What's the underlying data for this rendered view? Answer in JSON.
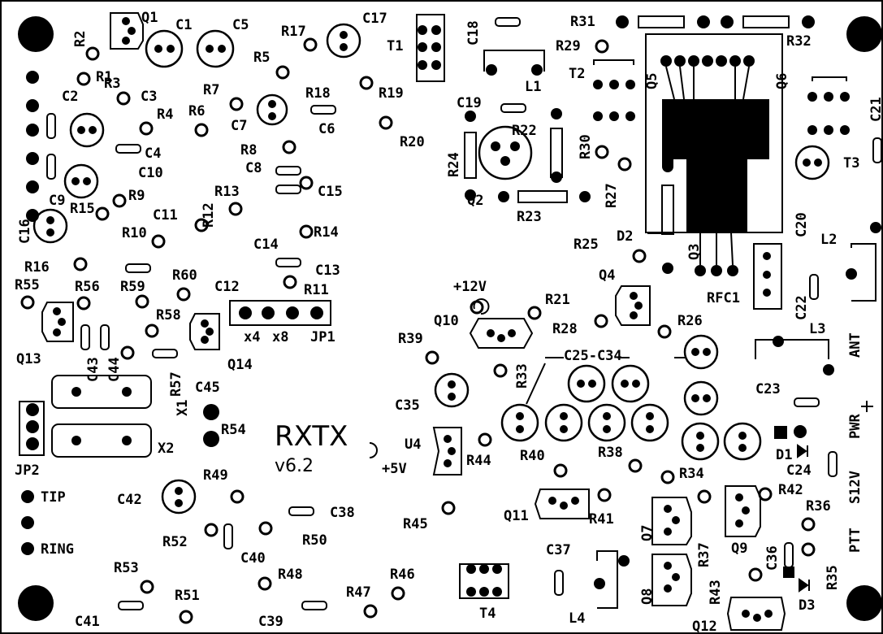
{
  "board": {
    "title": "RXTX",
    "version": "v6.2",
    "plus5v": "+5V",
    "plus12v": "+12V",
    "pwr": "PWR",
    "s12v": "S12V",
    "ptt": "PTT",
    "ant": "ANT",
    "tip": "TIP",
    "ring": "RING",
    "x4": "x4",
    "x8": "x8",
    "caps_line": "C25-C34"
  },
  "refs": {
    "Q1": "Q1",
    "C1": "C1",
    "C5": "C5",
    "R2": "R2",
    "R17": "R17",
    "C17": "C17",
    "T1": "T1",
    "C18": "C18",
    "R31": "R31",
    "R32": "R32",
    "R29": "R29",
    "R5": "R5",
    "R1": "R1",
    "R3": "R3",
    "C2": "C2",
    "C3": "C3",
    "R7": "R7",
    "R18": "R18",
    "R19": "R19",
    "L1": "L1",
    "T2": "T2",
    "Q5": "Q5",
    "Q6": "Q6",
    "R4": "R4",
    "R6": "R6",
    "C7": "C7",
    "C6": "C6",
    "C19": "C19",
    "C4": "C4",
    "R20": "R20",
    "R22": "R22",
    "R8": "R8",
    "R30": "R30",
    "C10": "C10",
    "C8": "C8",
    "R24": "R24",
    "C9": "C9",
    "R9": "R9",
    "C15": "C15",
    "T3": "T3",
    "C21": "C21",
    "C16": "C16",
    "R15": "R15",
    "R13": "R13",
    "C11": "C11",
    "R12": "R12",
    "R27": "R27",
    "C20": "C20",
    "L2": "L2",
    "R10": "R10",
    "R14": "R14",
    "Q2": "Q2",
    "R23": "R23",
    "C14": "C14",
    "R25": "R25",
    "D2": "D2",
    "R16": "R16",
    "C13": "C13",
    "Q3": "Q3",
    "RFC1": "RFC1",
    "R55": "R55",
    "R56": "R56",
    "R59": "R59",
    "R60": "R60",
    "C12": "C12",
    "R11": "R11",
    "C22": "C22",
    "Q4": "Q4",
    "R21": "R21",
    "L3": "L3",
    "Q10": "Q10",
    "R58": "R58",
    "JP1": "JP1",
    "R26": "R26",
    "R28": "R28",
    "R39": "R39",
    "Q13": "Q13",
    "C43": "C43",
    "C44": "C44",
    "R57": "R57",
    "Q14": "Q14",
    "C45": "C45",
    "R33": "R33",
    "C23": "C23",
    "X1": "X1",
    "R54": "R54",
    "C35": "C35",
    "U4": "U4",
    "D1": "D1",
    "JP2": "JP2",
    "X2": "X2",
    "R44": "R44",
    "R40": "R40",
    "R38": "R38",
    "C24": "C24",
    "R49": "R49",
    "R34": "R34",
    "R42": "R42",
    "C42": "C42",
    "C38": "C38",
    "R36": "R36",
    "R45": "R45",
    "Q11": "Q11",
    "R41": "R41",
    "R52": "R52",
    "R50": "R50",
    "Q7": "Q7",
    "Q9": "Q9",
    "C40": "C40",
    "R37": "R37",
    "C36": "C36",
    "C37": "C37",
    "R35": "R35",
    "R53": "R53",
    "R48": "R48",
    "R46": "R46",
    "Q8": "Q8",
    "R43": "R43",
    "D3": "D3",
    "C41": "C41",
    "R51": "R51",
    "C39": "C39",
    "R47": "R47",
    "T4": "T4",
    "L4": "L4",
    "Q12": "Q12"
  }
}
